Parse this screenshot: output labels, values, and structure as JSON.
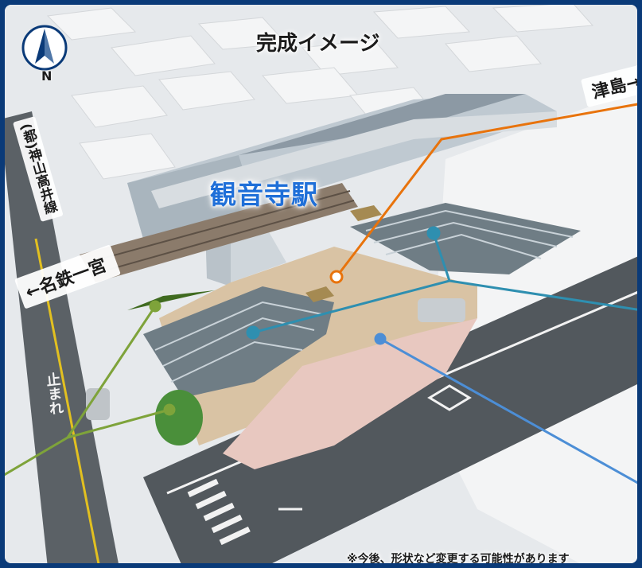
{
  "title": "完成イメージ",
  "station_name": "観音寺駅",
  "direction_tsushima": "津島→",
  "direction_meitetsu": "←名鉄一宮",
  "route_name": "(都)神山高井線",
  "road_marking": "止まれ",
  "compass_label": "N",
  "note": "※今後、形状など変更する可能性があります",
  "colors": {
    "frame": "#0a3a78",
    "station_label": "#1f6fd8",
    "leader_orange": "#e8730c",
    "leader_teal": "#2e8fb0",
    "leader_blue": "#4c8ed6",
    "leader_green": "#7ea33a"
  },
  "icons": [
    "compass-arrow-icon"
  ]
}
